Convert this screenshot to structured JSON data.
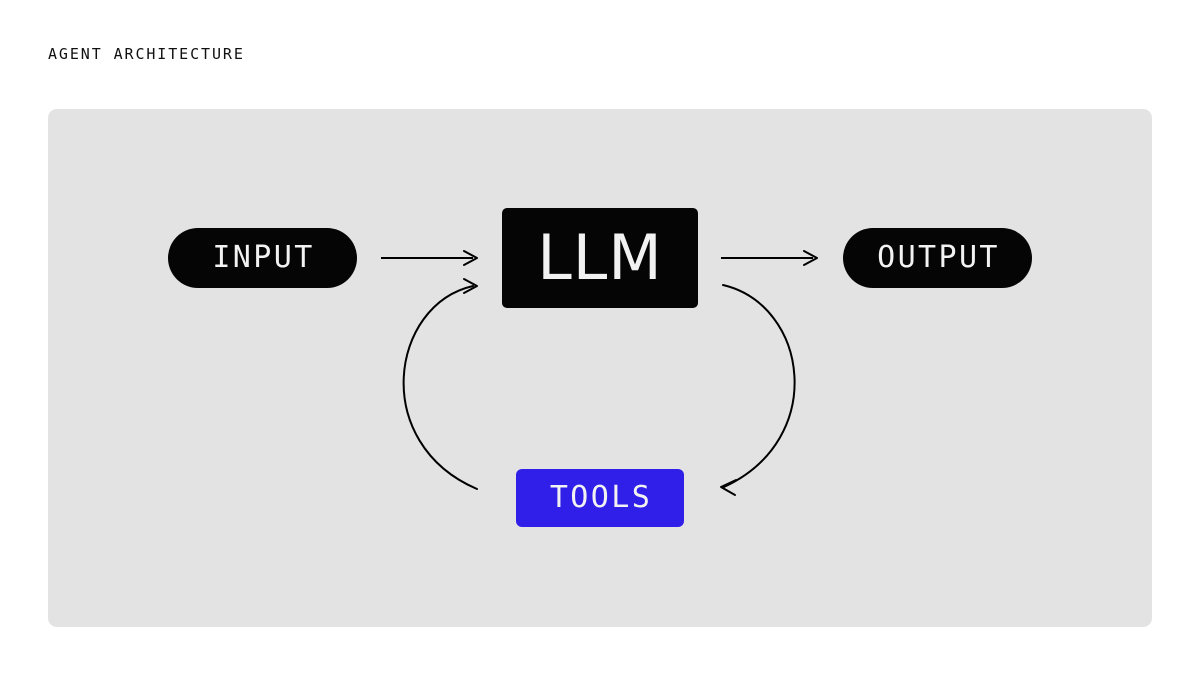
{
  "page": {
    "title": "AGENT ARCHITECTURE",
    "background_color": "#ffffff",
    "panel_color": "#e3e3e3"
  },
  "diagram": {
    "type": "flow-diagram",
    "nodes": [
      {
        "id": "input",
        "label": "INPUT",
        "shape": "pill",
        "fill": "#050505",
        "text_color": "#f2f2f2"
      },
      {
        "id": "llm",
        "label": "LLM",
        "shape": "rectangle",
        "fill": "#050505",
        "text_color": "#f2f2f2"
      },
      {
        "id": "output",
        "label": "OUTPUT",
        "shape": "pill",
        "fill": "#050505",
        "text_color": "#f2f2f2"
      },
      {
        "id": "tools",
        "label": "TOOLS",
        "shape": "rectangle",
        "fill": "#2f1fe8",
        "text_color": "#f2f2f2"
      }
    ],
    "edges": [
      {
        "id": "input-to-llm",
        "from": "input",
        "to": "llm",
        "style": "straight",
        "direction": "right",
        "color": "#000000"
      },
      {
        "id": "llm-to-output",
        "from": "llm",
        "to": "output",
        "style": "straight",
        "direction": "right",
        "color": "#000000"
      },
      {
        "id": "llm-to-tools",
        "from": "llm",
        "to": "tools",
        "style": "curved",
        "direction": "down",
        "color": "#000000"
      },
      {
        "id": "tools-to-llm",
        "from": "tools",
        "to": "llm",
        "style": "curved",
        "direction": "up",
        "color": "#000000"
      }
    ]
  }
}
